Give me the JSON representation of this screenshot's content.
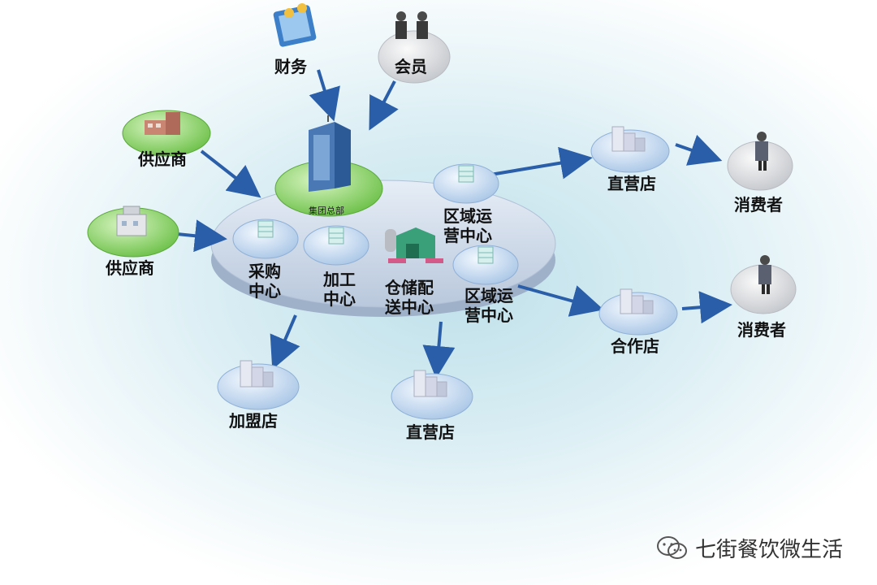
{
  "nodes": {
    "finance": "财务",
    "member": "会员",
    "supplier_top": "供应商",
    "supplier_left": "供应商",
    "headquarters": "集团总部",
    "purchasing_line1": "采购",
    "purchasing_line2": "中心",
    "processing_line1": "加工",
    "processing_line2": "中心",
    "warehouse_line1": "仓储配",
    "warehouse_line2": "送中心",
    "regional_top_line1": "区域运",
    "regional_top_line2": "营中心",
    "regional_bottom_line1": "区域运",
    "regional_bottom_line2": "营中心",
    "direct_store_right": "直营店",
    "consumer_top": "消费者",
    "partner_store": "合作店",
    "consumer_bottom": "消费者",
    "franchise_store": "加盟店",
    "direct_store_bottom": "直营店"
  },
  "watermark": {
    "text": "七街餐饮微生活",
    "icon": "wechat-icon"
  },
  "colors": {
    "platform": "#c9d6e8",
    "hub": "#d6e6f7",
    "green": "#8fd46a",
    "arrow": "#2a5ea8"
  }
}
